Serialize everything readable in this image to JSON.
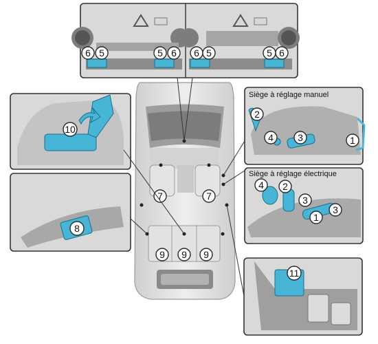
{
  "panels": {
    "manual_seat_title": "Siège à réglage manuel",
    "electric_seat_title": "Siège à réglage électrique"
  },
  "callouts": {
    "c1": "1",
    "c2": "2",
    "c3": "3",
    "c4": "4",
    "c5": "5",
    "c6": "6",
    "c7": "7",
    "c8": "8",
    "c9": "9",
    "c10": "10",
    "c11": "11"
  },
  "colors": {
    "highlight": "#47b5d6",
    "panel_bg": "#d9d9d9",
    "frame": "#333333"
  }
}
